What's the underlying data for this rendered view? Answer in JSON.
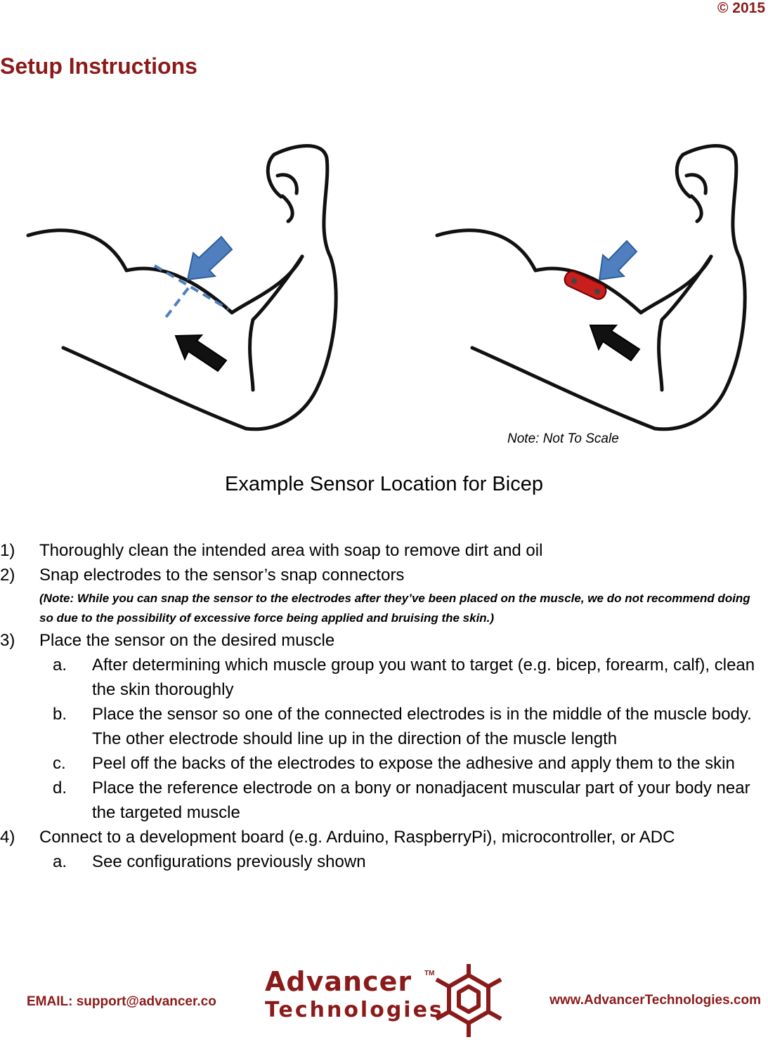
{
  "header": {
    "copyright": "© 2015"
  },
  "title": "Setup Instructions",
  "figure": {
    "note": "Note: Not To Scale",
    "caption": "Example Sensor Location for Bicep"
  },
  "steps": [
    {
      "num": "1)",
      "text": "Thoroughly clean the intended area with soap to remove dirt and oil"
    },
    {
      "num": "2)",
      "text": "Snap electrodes to the sensor’s snap connectors",
      "note": "(Note: While you can snap the sensor to the electrodes after they’ve been placed on the muscle, we do not recommend doing so due to the possibility of excessive force being applied and bruising the skin.)"
    },
    {
      "num": "3)",
      "text": "Place the sensor on the desired muscle",
      "sub": [
        {
          "num": "a.",
          "text": "After determining which muscle group you want to target (e.g. bicep, forearm, calf), clean the skin thoroughly"
        },
        {
          "num": "b.",
          "text": "Place the sensor so one of the connected electrodes is in the middle of the muscle body. The other electrode should line up in the direction of the muscle length"
        },
        {
          "num": "c.",
          "text": "Peel off the backs of the electrodes to expose the adhesive and apply them to the skin"
        },
        {
          "num": "d.",
          "text": "Place the reference electrode on a bony or nonadjacent muscular part of your body near the targeted muscle"
        }
      ]
    },
    {
      "num": "4)",
      "text": "Connect to a development board (e.g. Arduino, RaspberryPi), microcontroller, or ADC",
      "sub": [
        {
          "num": "a.",
          "text": "See configurations previously shown"
        }
      ]
    }
  ],
  "footer": {
    "email": "EMAIL: support@advancer.co",
    "website": "www.AdvancerTechnologies.com",
    "logo_line1": "Advancer",
    "logo_line2": "Technologies",
    "logo_tm": "TM"
  }
}
